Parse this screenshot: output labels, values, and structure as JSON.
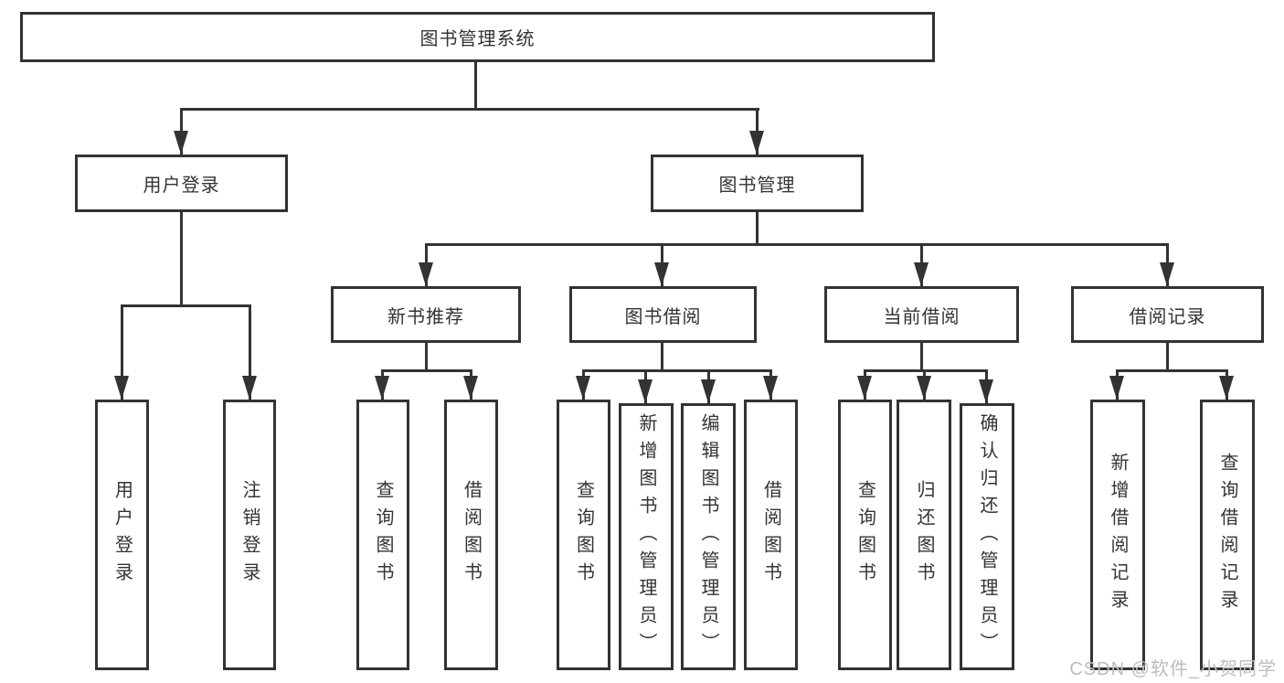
{
  "tree": {
    "root": {
      "label": "图书管理系统"
    },
    "branches": [
      {
        "label": "用户登录",
        "children": [
          {
            "label": "用户登录"
          },
          {
            "label": "注销登录"
          }
        ]
      },
      {
        "label": "图书管理",
        "children": [
          {
            "label": "新书推荐",
            "children": [
              {
                "label": "查询图书"
              },
              {
                "label": "借阅图书"
              }
            ]
          },
          {
            "label": "图书借阅",
            "children": [
              {
                "label": "查询图书"
              },
              {
                "label": "新增图书（管理员）"
              },
              {
                "label": "编辑图书（管理员）"
              },
              {
                "label": "借阅图书"
              }
            ]
          },
          {
            "label": "当前借阅",
            "children": [
              {
                "label": "查询图书"
              },
              {
                "label": "归还图书"
              },
              {
                "label": "确认归还（管理员）"
              }
            ]
          },
          {
            "label": "借阅记录",
            "children": [
              {
                "label": "新增借阅记录"
              },
              {
                "label": "查询借阅记录"
              }
            ]
          }
        ]
      }
    ]
  },
  "watermark": {
    "text": "CSDN @软件_小贺同学"
  },
  "colors": {
    "line": "#333333",
    "box_border": "#333333",
    "text": "#333333",
    "watermark": "#bdbdbd",
    "background": "#ffffff"
  }
}
